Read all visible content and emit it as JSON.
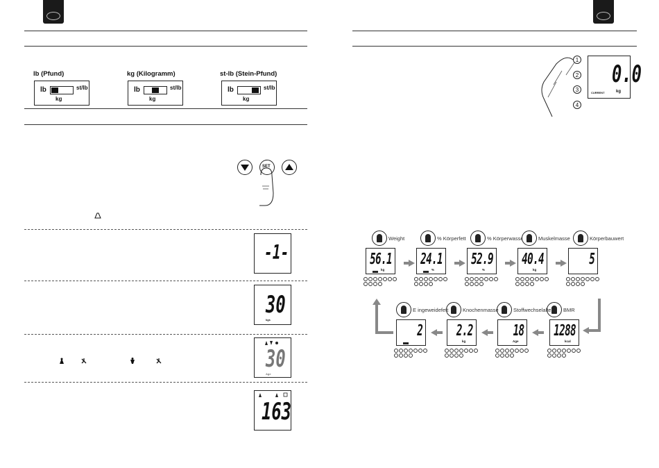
{
  "left_page": {
    "units": [
      {
        "heading": "lb (Pfund)",
        "position": "left"
      },
      {
        "heading": "kg (Kilogramm)",
        "position": "middle"
      },
      {
        "heading": "st-lb (Stein-Pfund)",
        "position": "right"
      }
    ],
    "switch_labels": {
      "lb": "lb",
      "kg": "kg",
      "st": "st",
      "lb_small": "lb"
    },
    "keypad": {
      "set": "SET"
    },
    "displays": [
      {
        "value": "-1-",
        "unit": ""
      },
      {
        "value": "30",
        "unit": "kgs"
      },
      {
        "value": "30",
        "unit": "Age"
      },
      {
        "value": "163",
        "unit": ""
      }
    ]
  },
  "right_page": {
    "top_display": {
      "value": "0.0",
      "unit": "kg",
      "mode": "CURRENT"
    },
    "step_numbers": [
      "1",
      "2",
      "3",
      "4"
    ],
    "flow": [
      {
        "label": "Weight",
        "value": "56.1",
        "unit": "kg"
      },
      {
        "label": "% Körperfett",
        "value": "24.1",
        "unit": "%"
      },
      {
        "label": "% Körperwasser",
        "value": "52.9",
        "unit": "%"
      },
      {
        "label": "Muskelmasse",
        "value": "40.4",
        "unit": "kg"
      },
      {
        "label": "Körperbauwert",
        "value": "5",
        "unit": ""
      },
      {
        "label": "BMR",
        "value": "1288",
        "unit": "kcal"
      },
      {
        "label": "Stoffwechselalter",
        "value": "18",
        "unit": "Age"
      },
      {
        "label": "Knochenmasse",
        "value": "2.2",
        "unit": "kg"
      },
      {
        "label": "E ingeweidefett",
        "value": "2",
        "unit": ""
      }
    ]
  }
}
